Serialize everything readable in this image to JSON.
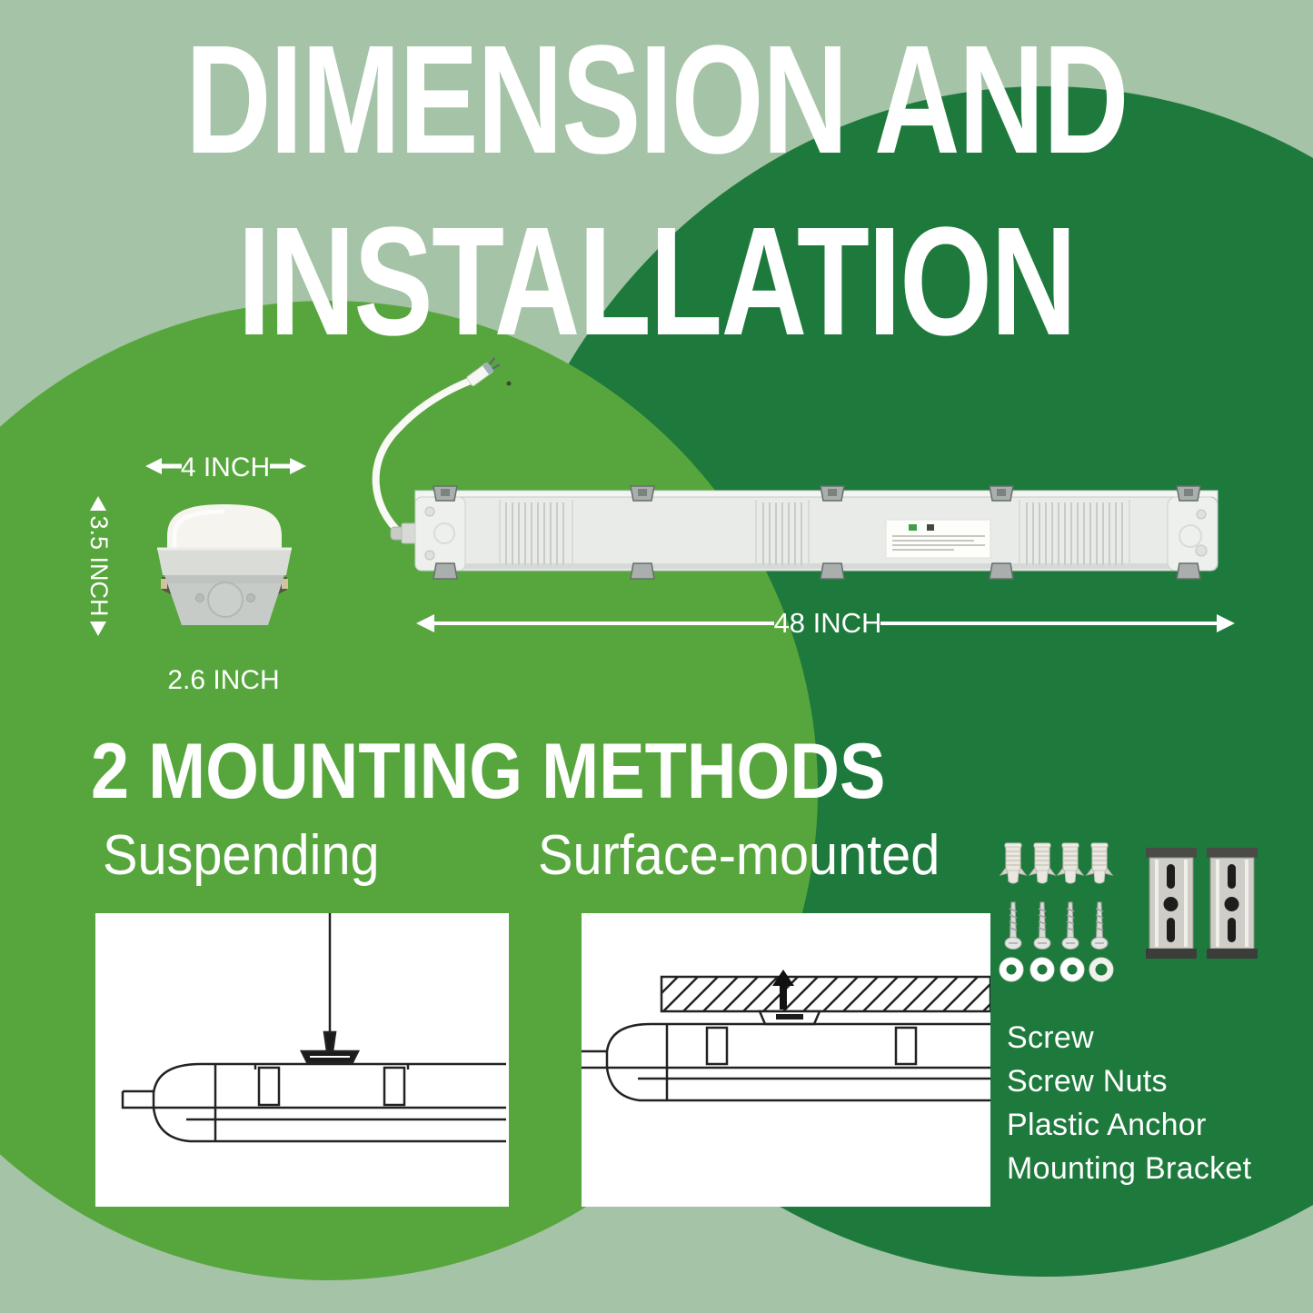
{
  "title": {
    "line1": "DIMENSION AND",
    "line2": "INSTALLATION"
  },
  "dimensions": {
    "width_label": "4 INCH",
    "height_label": "3.5 INCH",
    "depth_label": "2.6 INCH",
    "length_label": "48 INCH"
  },
  "mounting": {
    "heading": "2 MOUNTING METHODS",
    "methods": [
      {
        "label": "Suspending"
      },
      {
        "label": "Surface-mounted"
      }
    ]
  },
  "hardware": {
    "items": [
      "Screw",
      "Screw Nuts",
      "Plastic Anchor",
      "Mounting Bracket"
    ],
    "quantities": {
      "plastic_anchors": 4,
      "screws": 4,
      "screw_nuts": 4,
      "mounting_brackets": 2
    }
  },
  "colors": {
    "background_sage": "#a5c3a6",
    "leaf_circle": "#57a63d",
    "dark_circle": "#1e7a3c",
    "text": "#ffffff",
    "drawing_line": "#222222"
  }
}
